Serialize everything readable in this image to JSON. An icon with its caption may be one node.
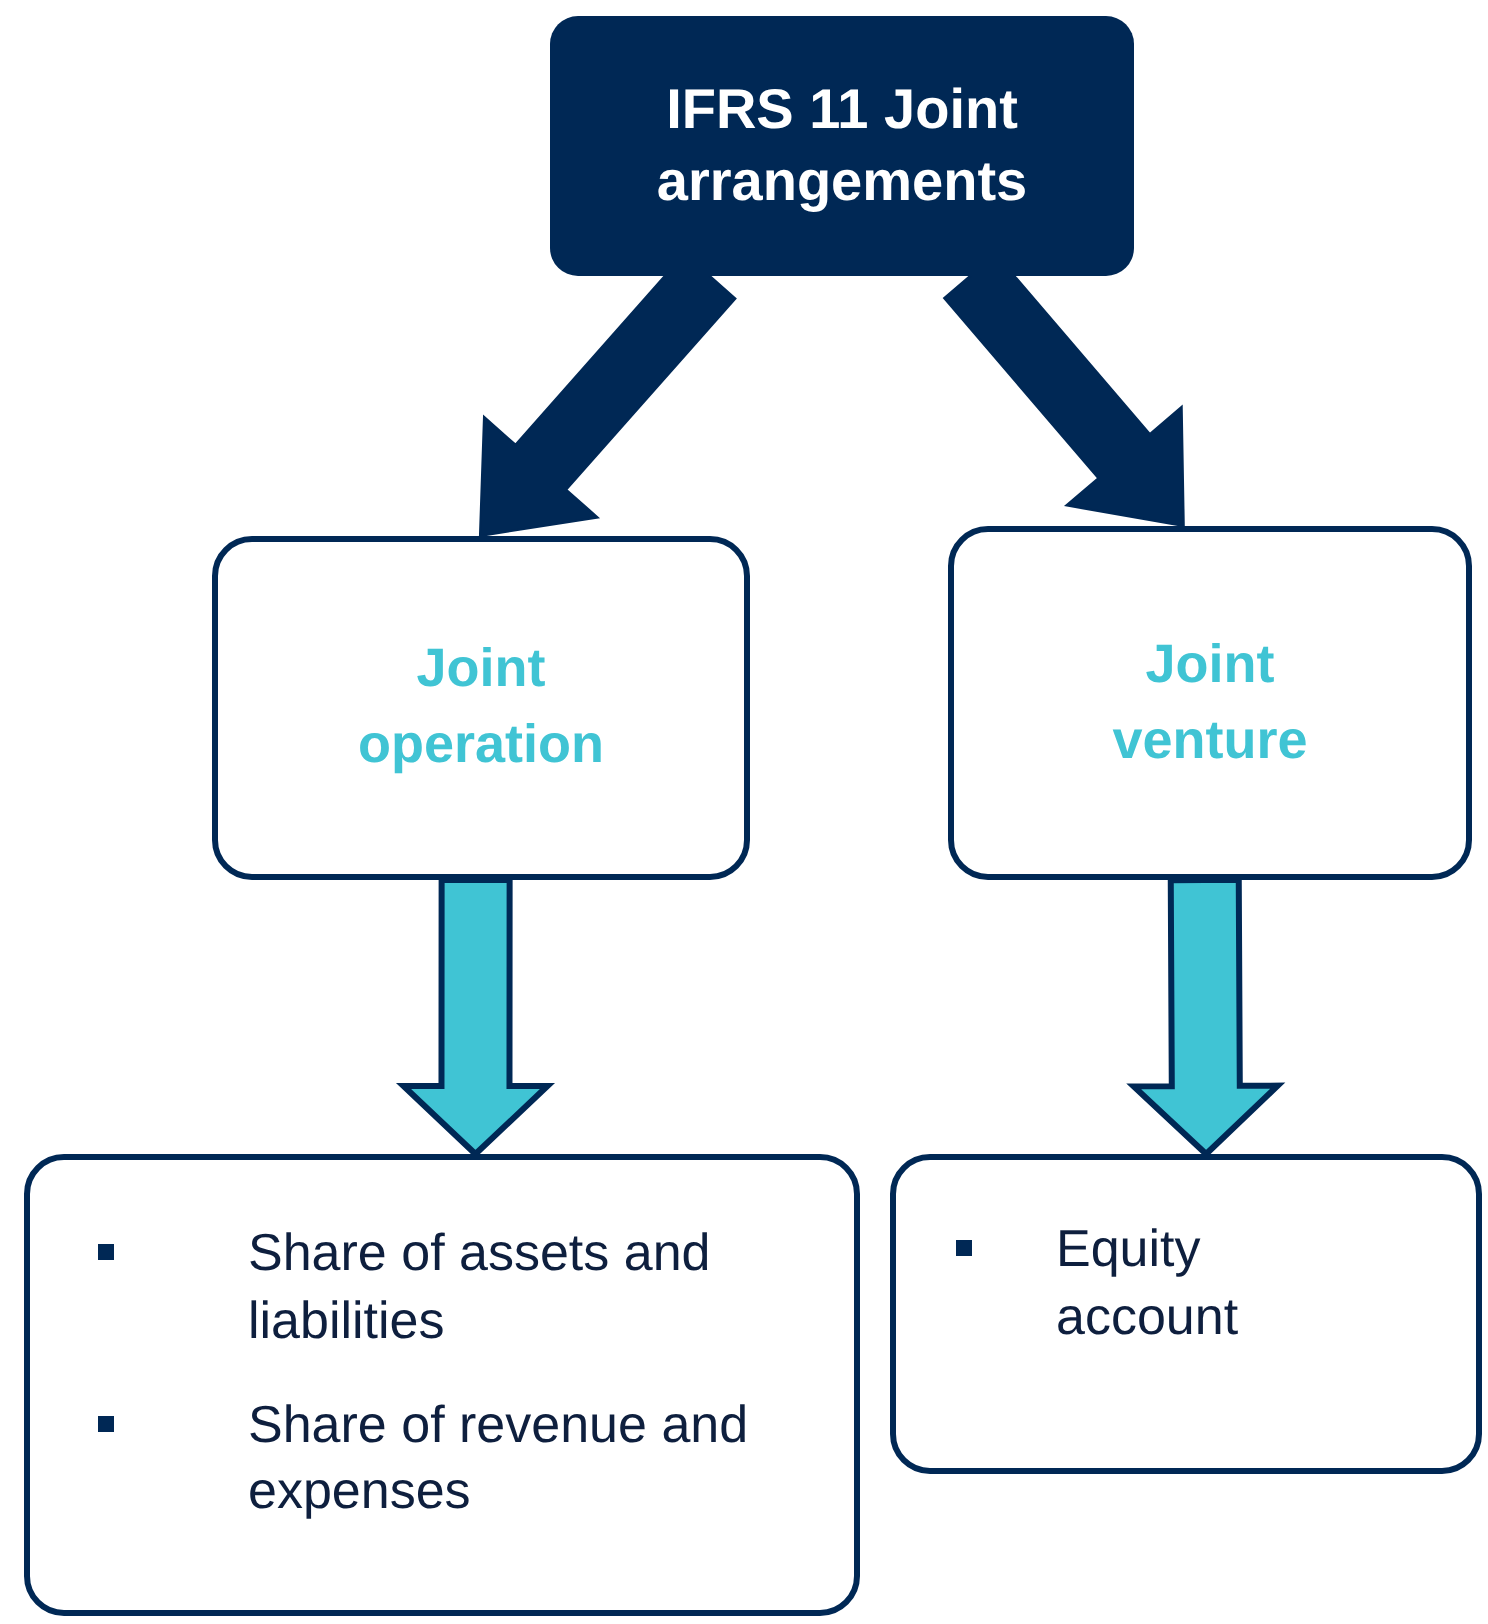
{
  "diagram": {
    "nodes": [
      {
        "text": [
          "IFRS 11 Joint arrangements"
        ]
      },
      {
        "text": [
          "Joint operation"
        ]
      },
      {
        "text": [
          "Joint venture"
        ]
      },
      {
        "text": [
          "Share of assets and liabilities",
          "Share of revenue and expenses"
        ]
      },
      {
        "text": [
          "Equity account"
        ]
      }
    ],
    "edges": [
      {
        "from": 0,
        "to": 1,
        "arrow": "to",
        "style": "thick"
      },
      {
        "from": 0,
        "to": 2,
        "arrow": "to",
        "style": "thick"
      },
      {
        "from": 1,
        "to": 3,
        "arrow": "to",
        "style": "thick",
        "color": "#40c4d4"
      },
      {
        "from": 2,
        "to": 4,
        "arrow": "to",
        "style": "thick",
        "color": "#40c4d4"
      }
    ]
  }
}
